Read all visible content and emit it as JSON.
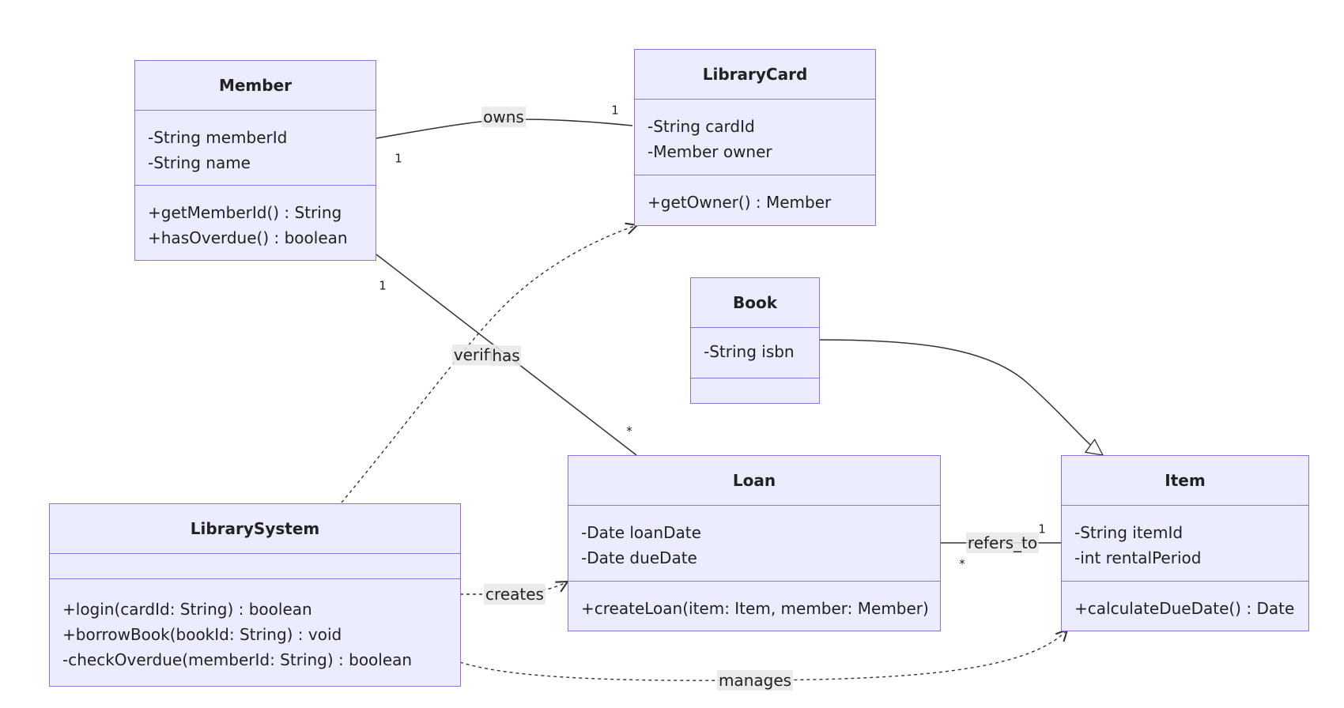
{
  "classes": {
    "member": {
      "name": "Member",
      "attributes": [
        "-String memberId",
        "-String name"
      ],
      "methods": [
        "+getMemberId() : String",
        "+hasOverdue() : boolean"
      ]
    },
    "librarycard": {
      "name": "LibraryCard",
      "attributes": [
        "-String cardId",
        "-Member owner"
      ],
      "methods": [
        "+getOwner() : Member"
      ]
    },
    "book": {
      "name": "Book",
      "attributes": [
        "-String isbn"
      ],
      "methods": []
    },
    "loan": {
      "name": "Loan",
      "attributes": [
        "-Date loanDate",
        "-Date dueDate"
      ],
      "methods": [
        "+createLoan(item: Item, member: Member)"
      ]
    },
    "item": {
      "name": "Item",
      "attributes": [
        "-String itemId",
        "-int rentalPeriod"
      ],
      "methods": [
        "+calculateDueDate() : Date"
      ]
    },
    "librarysystem": {
      "name": "LibrarySystem",
      "attributes": [],
      "methods": [
        "+login(cardId: String) : boolean",
        "+borrowBook(bookId: String) : void",
        "-checkOverdue(memberId: String) : boolean"
      ]
    }
  },
  "relations": {
    "owns": {
      "label": "owns",
      "from": "Member",
      "to": "LibraryCard",
      "from_mult": "1",
      "to_mult": "1"
    },
    "has": {
      "label": "has",
      "from": "Member",
      "to": "Loan",
      "from_mult": "1",
      "to_mult": "*"
    },
    "verifies": {
      "label": "verifi",
      "from": "LibrarySystem",
      "to": "LibraryCard",
      "kind": "dependency"
    },
    "inherits": {
      "from": "Book",
      "to": "Item",
      "kind": "inheritance"
    },
    "refers_to": {
      "label": "refers_to",
      "from": "Loan",
      "to": "Item",
      "from_mult": "*",
      "to_mult": "1"
    },
    "creates": {
      "label": "creates",
      "from": "LibrarySystem",
      "to": "Loan",
      "kind": "dependency"
    },
    "manages": {
      "label": "manages",
      "from": "LibrarySystem",
      "to": "Item",
      "kind": "dependency"
    }
  },
  "colors": {
    "box_fill": "#ECECFF",
    "box_border": "#9370DB",
    "line": "#333333",
    "label_bg": "#E8E8E8"
  }
}
